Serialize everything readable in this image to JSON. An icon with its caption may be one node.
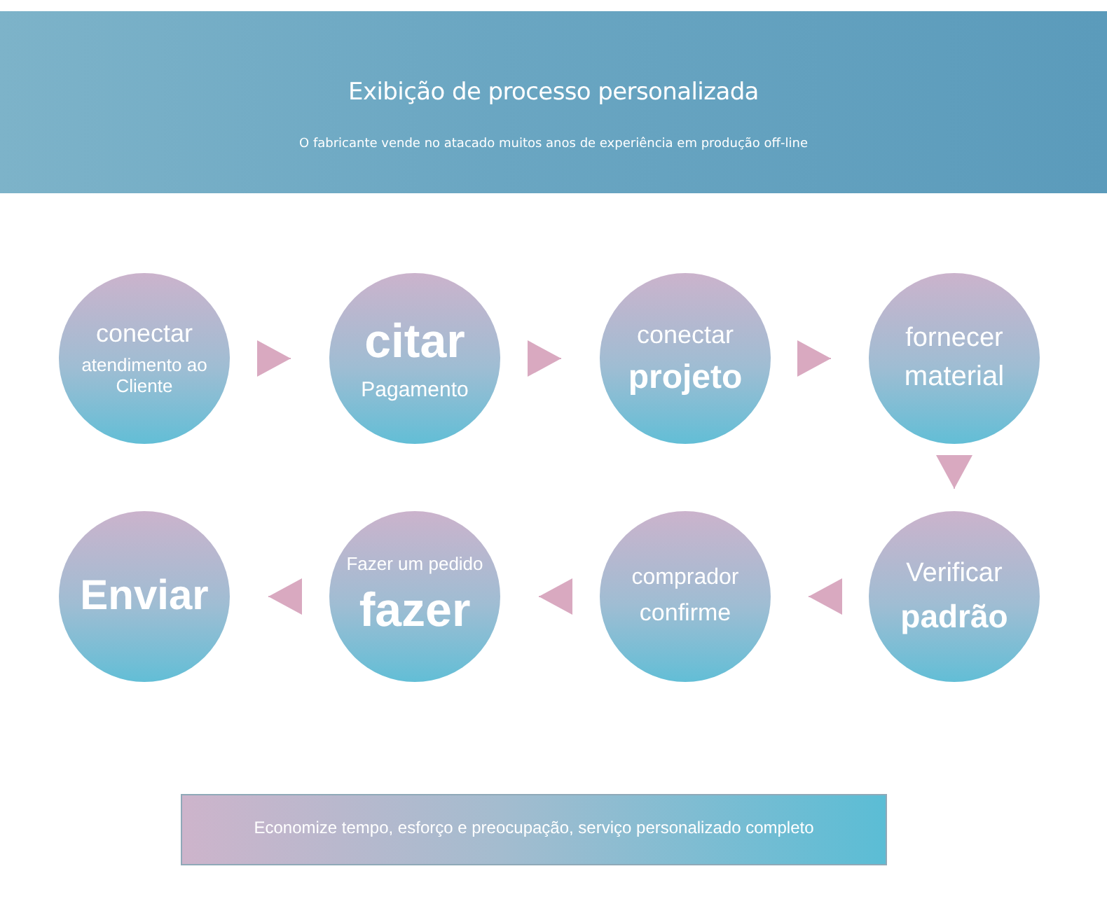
{
  "diagram": {
    "title": "Exibição de processo personalizada",
    "labels": [
      "O fabricante vende no atacado muitos anos de experiência em produção off-line"
    ],
    "nodes": [
      {
        "text": [
          "conectar",
          "atendimento ao Cliente"
        ]
      },
      {
        "text": [
          "citar",
          "Pagamento"
        ]
      },
      {
        "text": [
          "conectar",
          "projeto"
        ]
      },
      {
        "text": [
          "fornecer",
          "material"
        ]
      },
      {
        "text": [
          "Verificar",
          "padrão"
        ]
      },
      {
        "text": [
          "comprador",
          "confirme"
        ]
      },
      {
        "text": [
          "Fazer um pedido",
          "fazer"
        ]
      },
      {
        "text": [
          "Enviar"
        ]
      },
      {
        "text": [
          "Economize tempo, esforço e preocupação, serviço personalizado completo"
        ]
      }
    ],
    "edges": [
      {
        "from": 0,
        "to": 1,
        "arrow": "to"
      },
      {
        "from": 1,
        "to": 2,
        "arrow": "to"
      },
      {
        "from": 2,
        "to": 3,
        "arrow": "to"
      },
      {
        "from": 3,
        "to": 4,
        "arrow": "to"
      },
      {
        "from": 4,
        "to": 5,
        "arrow": "to"
      },
      {
        "from": 5,
        "to": 6,
        "arrow": "to"
      },
      {
        "from": 6,
        "to": 7,
        "arrow": "to"
      }
    ]
  }
}
